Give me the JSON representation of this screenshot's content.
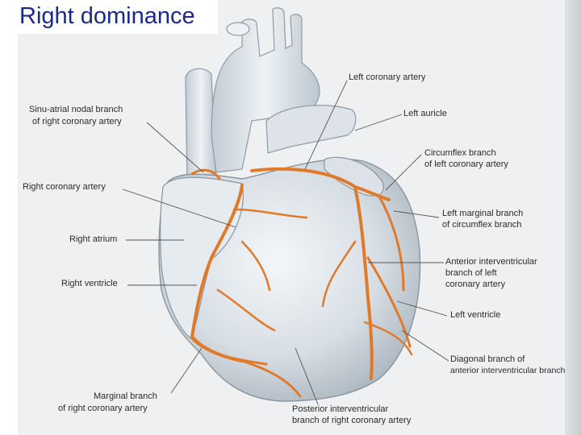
{
  "title": "Right dominance",
  "labels": {
    "sa_nodal_1": "Sinu-atrial nodal branch",
    "sa_nodal_2": "of right coronary artery",
    "right_coronary": "Right coronary artery",
    "right_atrium": "Right atrium",
    "right_ventricle": "Right ventricle",
    "marginal_1": "Marginal branch",
    "marginal_2": "of right coronary artery",
    "left_coronary": "Left coronary artery",
    "left_auricle": "Left auricle",
    "circumflex_1": "Circumflex branch",
    "circumflex_2": "of left coronary artery",
    "left_marginal_1": "Left marginal branch",
    "left_marginal_2": "of circumflex branch",
    "anterior_iv_1": "Anterior interventricular",
    "anterior_iv_2": "branch of left",
    "anterior_iv_3": "coronary artery",
    "left_ventricle": "Left ventricle",
    "diagonal_1": "Diagonal branch of",
    "diagonal_2": "anterior interventricular branch",
    "posterior_iv_1": "Posterior interventricular",
    "posterior_iv_2": "branch of right coronary artery"
  },
  "colors": {
    "title": "#1a2a8c",
    "artery": "#e07a2a",
    "heart": "#d6dde3",
    "leader": "#555555"
  }
}
